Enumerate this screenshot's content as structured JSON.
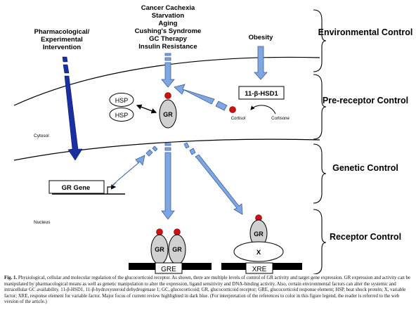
{
  "levels": [
    "Environmental Control",
    "Pre-receptor Control",
    "Genetic Control",
    "Receptor Control"
  ],
  "levels_color": "#1f2fb0",
  "intervention_label": [
    "Pharmacological/",
    "Experimental",
    "Intervention"
  ],
  "factors": [
    "Cancer Cachexia",
    "Starvation",
    "Aging",
    "Cushing's Syndrome",
    "GC Therapy",
    "Insulin Resistance"
  ],
  "obesity": "Obesity",
  "hsd1": "11-β-HSD1",
  "hsp": "HSP",
  "gr": "GR",
  "cortisol": "Cortisol",
  "cortisone": "Cortisone",
  "cytosol": "Cytosol",
  "nucleus": "Nucleus",
  "gr_gene": "GR Gene",
  "gre": "GRE",
  "xre": "XRE",
  "x": "X",
  "colors": {
    "arrow_fill": "#7ea6e0",
    "arrow_stroke": "#3d5f9c",
    "dark_arrow": "#1a2fa0",
    "ligand": "#cc1111",
    "receptor": "#d0d0d0"
  },
  "caption": {
    "label": "Fig. 1.",
    "text": "Physiological, cellular and molecular regulation of the glucocorticoid receptor. As shown, there are multiple levels of control of GR activity and target gene expression. GR expression and activity can be manipulated by pharmacological means as well as genetic manipulation to alter the expression, ligand sensitivity and DNA-binding activity. Also, certain environmental factors can alter the systemic and intracellular GC availability. 11-β-HSD1, 11-β-hydroxysteroid dehydrogenase 1; GC, glucocorticoid; GR, glucocorticoid receptor; GRE, glucocorticoid response element; HSP, heat shock protein; X, variable factor; XRE, response element for variable factor. Major focus of current review highlighted in dark blue. (For interpretation of the references to color in this figure legend, the reader is referred to the web version of the article.)"
  }
}
